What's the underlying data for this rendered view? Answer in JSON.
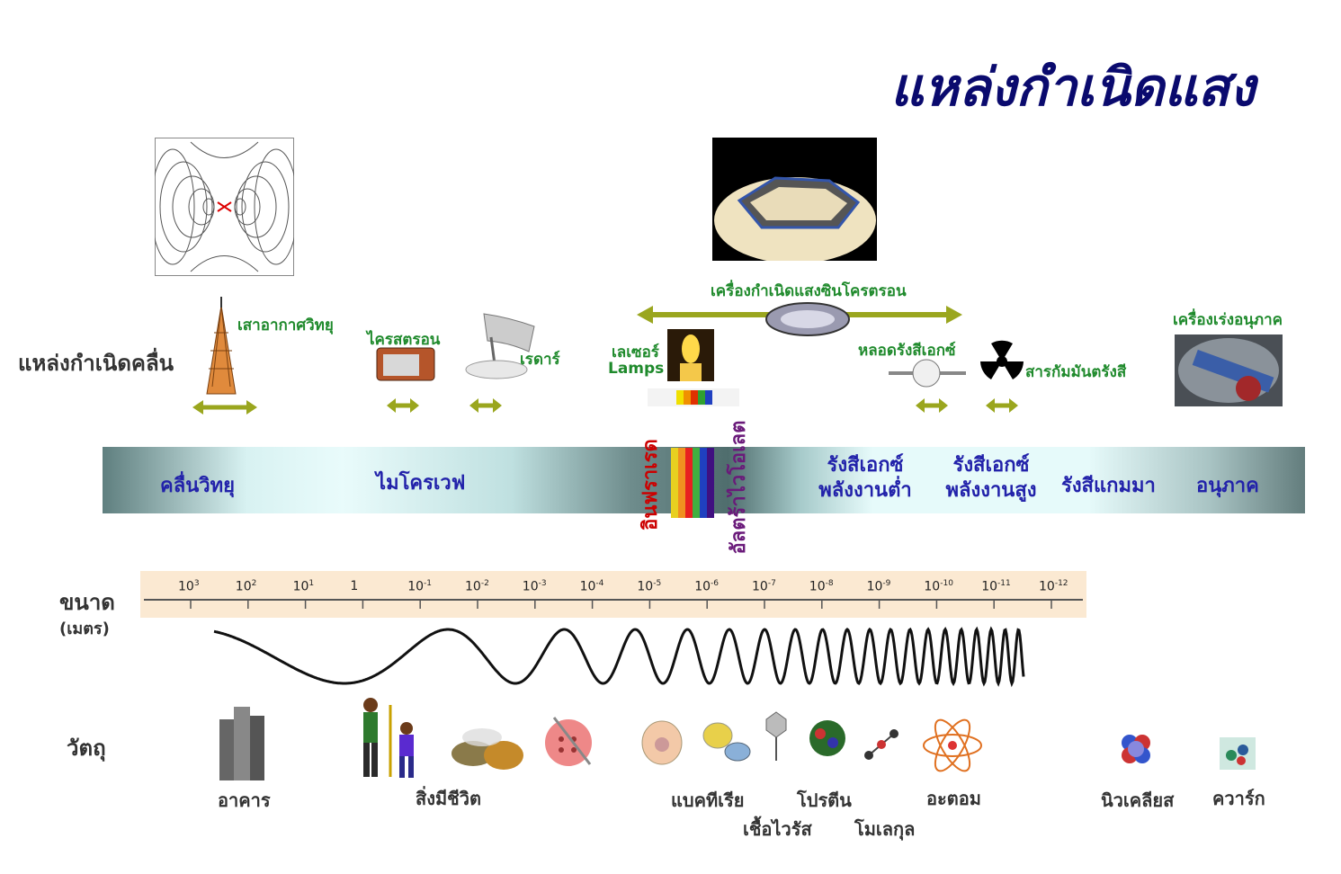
{
  "title": "แหล่งกำเนิดแสง",
  "row_labels": {
    "sources": "แหล่งกำเนิดคลื่น",
    "size": "ขนาด",
    "size_unit": "(เมตร)",
    "objects": "วัตถุ"
  },
  "sources": {
    "antenna": "เสาอากาศวิทยุ",
    "klystron": "ไครสตรอน",
    "radar": "เรดาร์",
    "laser": "เลเซอร์",
    "lamps": "Lamps",
    "synchrotron": "เครื่องกำเนิดแสงซินโครตรอน",
    "xray_tube": "หลอดรังสีเอกซ์",
    "radioactive": "สารกัมมันตรังสี",
    "accelerator": "เครื่องเร่งอนุภาค"
  },
  "bands": {
    "radio": "คลื่นวิทยุ",
    "microwave": "ไมโครเวฟ",
    "infrared": "อินฟราเรด",
    "ultraviolet": "อัลตร้าไวโอเลต",
    "soft_xray_1": "รังสีเอกซ์",
    "soft_xray_2": "พลังงานต่ำ",
    "hard_xray_1": "รังสีเอกซ์",
    "hard_xray_2": "พลังงานสูง",
    "gamma": "รังสีแกมมา",
    "particle": "อนุภาค"
  },
  "scale_ticks": [
    {
      "base": "10",
      "exp": "3"
    },
    {
      "base": "10",
      "exp": "2"
    },
    {
      "base": "10",
      "exp": "1"
    },
    {
      "base": "1",
      "exp": ""
    },
    {
      "base": "10",
      "exp": "-1"
    },
    {
      "base": "10",
      "exp": "-2"
    },
    {
      "base": "10",
      "exp": "-3"
    },
    {
      "base": "10",
      "exp": "-4"
    },
    {
      "base": "10",
      "exp": "-5"
    },
    {
      "base": "10",
      "exp": "-6"
    },
    {
      "base": "10",
      "exp": "-7"
    },
    {
      "base": "10",
      "exp": "-8"
    },
    {
      "base": "10",
      "exp": "-9"
    },
    {
      "base": "10",
      "exp": "-10"
    },
    {
      "base": "10",
      "exp": "-11"
    },
    {
      "base": "10",
      "exp": "-12"
    }
  ],
  "objects": {
    "building": "อาคาร",
    "living": "สิ่งมีชีวิต",
    "bacteria": "แบคทีเรีย",
    "virus": "เชื้อไวรัส",
    "protein": "โปรตีน",
    "molecule": "โมเลกุล",
    "atom": "อะตอม",
    "nucleus": "นิวเคลียส",
    "quark": "ควาร์ก"
  },
  "colors": {
    "title": "#0a0a6e",
    "source_label": "#1f8a2c",
    "arrow": "#9aa61e",
    "band_text": "#2222aa",
    "infrared_text": "#cc0000",
    "uv_text": "#6a1a7a"
  }
}
